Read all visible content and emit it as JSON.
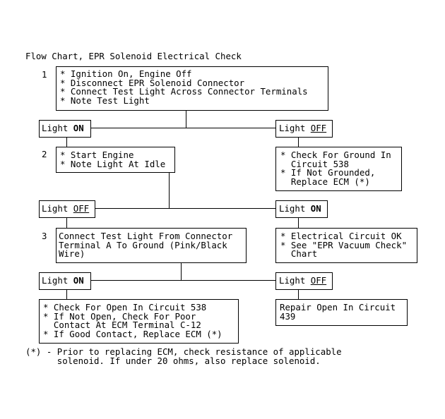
{
  "title": "Flow Chart, EPR Solenoid Electrical Check",
  "step1": {
    "number": "1",
    "lines": [
      "* Ignition On, Engine Off",
      "* Disconnect EPR Solenoid Connector",
      "* Connect Test Light Across Connector Terminals",
      "* Note Test Light"
    ]
  },
  "cond1": {
    "left_prefix": "Light ",
    "left_state": "ON",
    "right_prefix": "Light ",
    "right_state": "OFF"
  },
  "step2": {
    "number": "2",
    "lines": [
      "* Start Engine",
      "* Note Light At Idle"
    ]
  },
  "ground_check": {
    "lines": [
      "* Check For Ground In",
      "  Circuit 538",
      "* If Not Grounded,",
      "  Replace ECM (*)"
    ]
  },
  "cond2": {
    "left_prefix": "Light ",
    "left_state": "OFF",
    "right_prefix": "Light ",
    "right_state": "ON"
  },
  "step3": {
    "number": "3",
    "lines": [
      "Connect Test Light From Connector",
      "Terminal A To Ground (Pink/Black",
      "Wire)"
    ]
  },
  "circuit_ok": {
    "lines": [
      "* Electrical Circuit OK",
      "* See \"EPR Vacuum Check\"",
      "  Chart"
    ]
  },
  "cond3": {
    "left_prefix": "Light ",
    "left_state": "ON",
    "right_prefix": "Light ",
    "right_state": "OFF"
  },
  "open_check": {
    "lines": [
      "* Check For Open In Circuit 538",
      "* If Not Open, Check For Poor",
      "  Contact At ECM Terminal C-12",
      "* If Good Contact, Replace ECM (*)"
    ]
  },
  "repair_open": {
    "lines": [
      "Repair Open In Circuit",
      "439"
    ]
  },
  "footnote": {
    "lines": [
      "(*) - Prior to replacing ECM, check resistance of applicable",
      "      solenoid. If under 20 ohms, also replace solenoid."
    ]
  }
}
